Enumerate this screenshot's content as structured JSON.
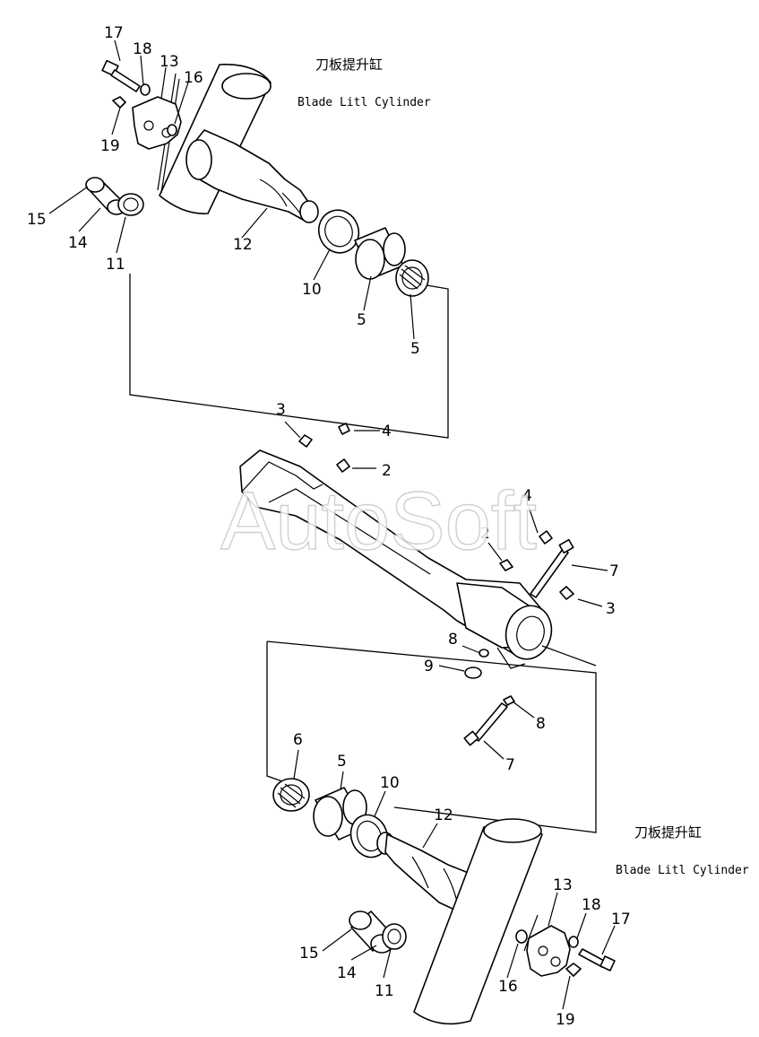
{
  "captions": {
    "top_cn": "刀板提升缸",
    "top_en": "Blade Litl Cylinder",
    "bottom_cn": "刀板提升缸",
    "bottom_en": "Blade Litl Cylinder"
  },
  "watermark": "AutoSoft",
  "callouts": {
    "t17": "17",
    "t18": "18",
    "t13": "13",
    "t16": "16",
    "t19": "19",
    "t15": "15",
    "t14": "14",
    "t11": "11",
    "t12": "12",
    "t10": "10",
    "t5a": "5",
    "t5b": "5",
    "m3a": "3",
    "m4a": "4",
    "m2a": "2",
    "m4b": "4",
    "m2b": "2",
    "m7a": "7",
    "m3b": "3",
    "m8a": "8",
    "m9": "9",
    "m8b": "8",
    "m7b": "7",
    "b6": "6",
    "b5": "5",
    "b10": "10",
    "b12": "12",
    "b13": "13",
    "b18": "18",
    "b17": "17",
    "b15": "15",
    "b14": "14",
    "b11": "11",
    "b16": "16",
    "b19": "19"
  },
  "colors": {
    "ink": "#000000",
    "paper": "#ffffff",
    "watermark": "#c8c8c8"
  }
}
